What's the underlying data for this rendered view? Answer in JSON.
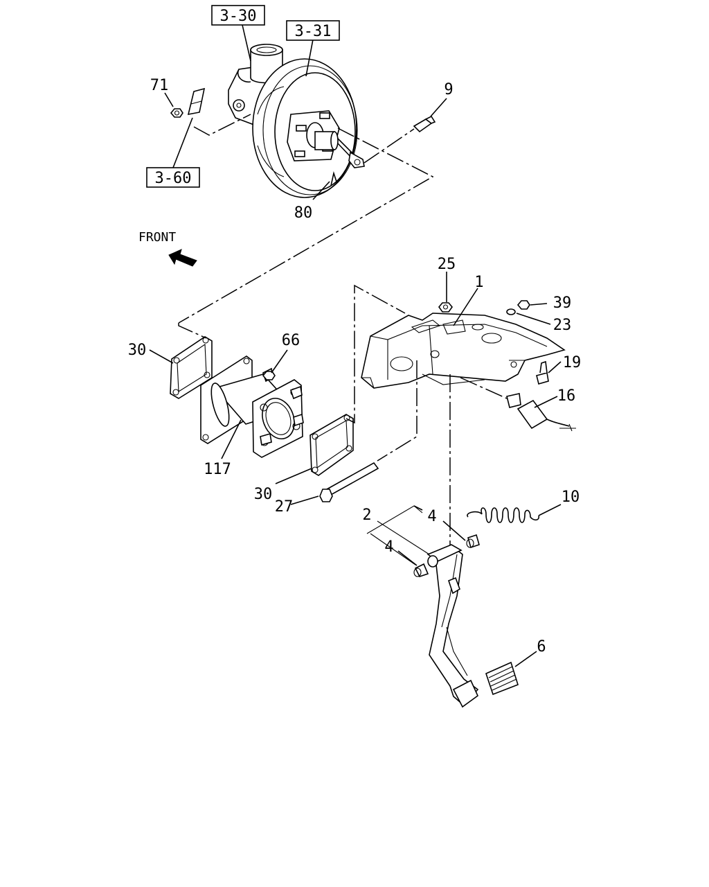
{
  "title": "",
  "front_label": "FRONT",
  "references": [
    "3-30",
    "3-31",
    "3-60"
  ],
  "part_labels": [
    "71",
    "9",
    "80",
    "25",
    "1",
    "39",
    "23",
    "30",
    "66",
    "19",
    "16",
    "117",
    "30",
    "27",
    "10",
    "2",
    "4",
    "4",
    "6"
  ]
}
